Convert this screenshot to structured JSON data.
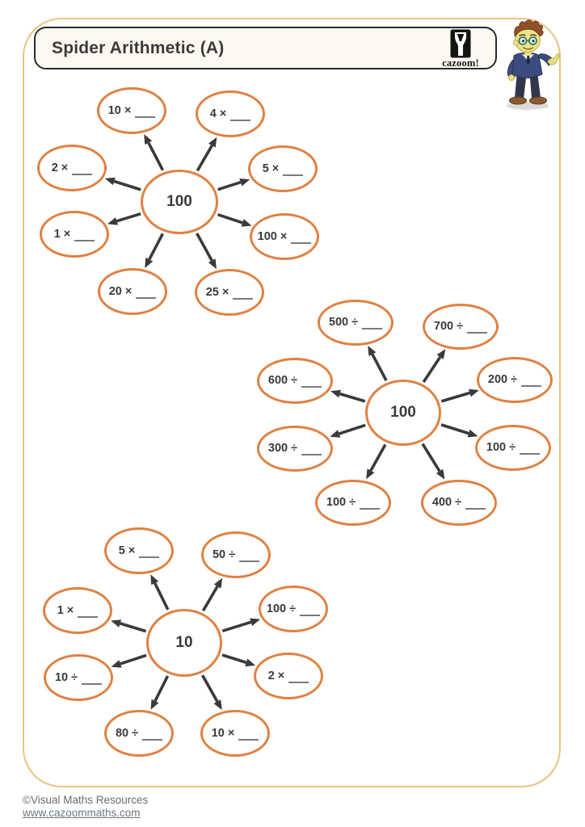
{
  "page": {
    "title": "Spider Arithmetic (A)",
    "brand": {
      "logo_text": "cazoom!"
    },
    "mascot": "cartoon-boy-thumbs-up",
    "footer": {
      "copyright": "©Visual Maths Resources",
      "website": "www.cazoommaths.com"
    }
  },
  "answer_blank": "____",
  "colors": {
    "ellipse_stroke": "#E08142",
    "arrow": "#3A3A3A",
    "page_border": "#EBC37F",
    "header_border": "#2B2B2B",
    "text": "#3A3A3A",
    "blank_line": "#7A7A7A",
    "footer_text": "#6B6B6B"
  },
  "spiders": [
    {
      "center_value": "100",
      "operation": "multiplication",
      "satellites": [
        "10 ×",
        "4 ×",
        "2 ×",
        "5 ×",
        "1 ×",
        "100 ×",
        "20 ×",
        "25 ×"
      ]
    },
    {
      "center_value": "100",
      "operation": "division",
      "satellites": [
        "500 ÷",
        "700 ÷",
        "600 ÷",
        "200 ÷",
        "300 ÷",
        "100 ÷",
        "100 ÷",
        "400 ÷"
      ]
    },
    {
      "center_value": "10",
      "operation": "mixed",
      "satellites": [
        "5 ×",
        "50 ÷",
        "1 ×",
        "100 ÷",
        "10 ÷",
        "2 ×",
        "80 ÷",
        "10 ×"
      ]
    }
  ]
}
